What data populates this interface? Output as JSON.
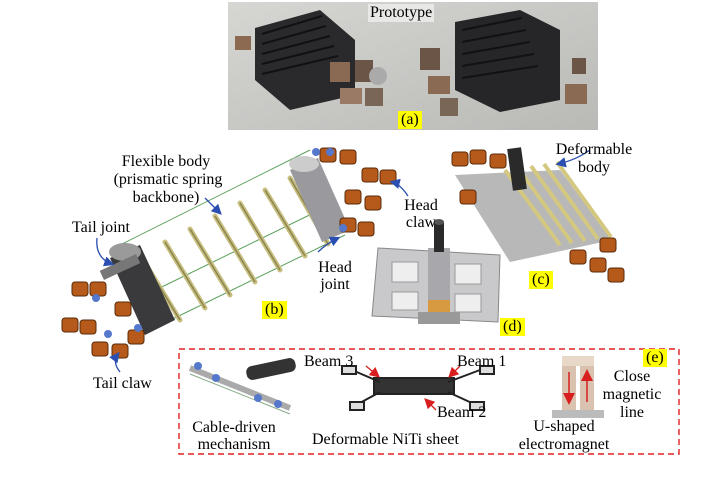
{
  "panel_a": {
    "title": "Prototype",
    "tag": "(a)"
  },
  "panel_b": {
    "tag": "(b)",
    "flexible_body_line1": "Flexible body",
    "flexible_body_line2": "(prismatic spring",
    "flexible_body_line3": "backbone)",
    "tail_joint": "Tail joint",
    "head_claw_line1": "Head",
    "head_claw_line2": "claw",
    "head_joint_line1": "Head",
    "head_joint_line2": "joint",
    "tail_claw": "Tail claw"
  },
  "panel_c": {
    "tag": "(c)",
    "deformable_line1": "Deformable",
    "deformable_line2": "body"
  },
  "panel_d": {
    "tag": "(d)"
  },
  "panel_e": {
    "tag": "(e)",
    "beam3": "Beam 3",
    "beam1": "Beam 1",
    "beam2": "Beam 2",
    "cable_line1": "Cable-driven",
    "cable_line2": "mechanism",
    "niti": "Deformable NiTi sheet",
    "close_line1": "Close",
    "close_line2": "magnetic",
    "close_line3": "line",
    "ushaped_line1": "U-shaped",
    "ushaped_line2": "electromagnet"
  },
  "colors": {
    "tag_bg": "#ffff00",
    "dashed_border": "#e02020",
    "arrow": "#2a4fb0",
    "arrow_red": "#d81e1e"
  }
}
